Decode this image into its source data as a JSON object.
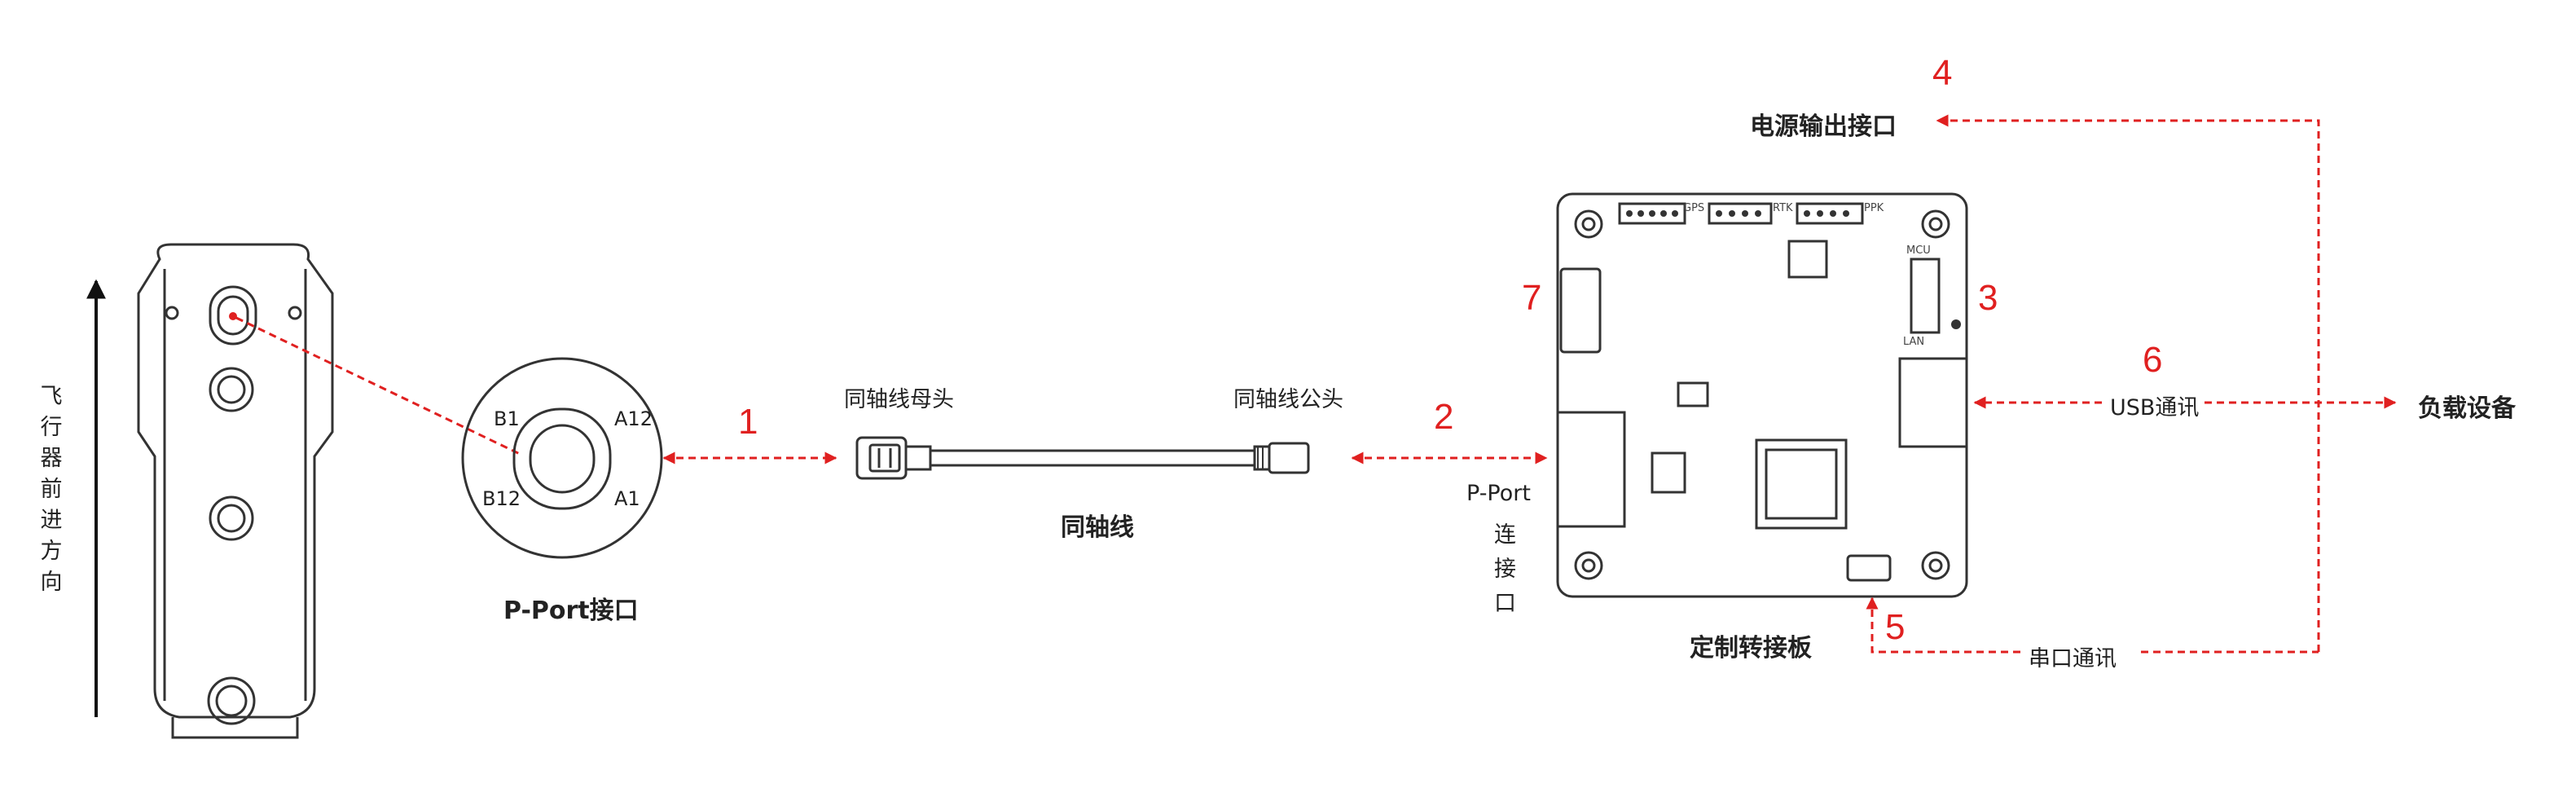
{
  "direction_label": "飞行器前进方向",
  "pport_interface": {
    "title": "P-Port接口",
    "pins": {
      "b1": "B1",
      "a12": "A12",
      "b12": "B12",
      "a1": "A1"
    }
  },
  "cable": {
    "female_label": "同轴线母头",
    "male_label": "同轴线公头",
    "title": "同轴线"
  },
  "board": {
    "title": "定制转接板",
    "pport_connect": [
      "P-Port",
      "连",
      "接",
      "口"
    ],
    "header_labels": {
      "gps": "GPS",
      "rtk": "RTK",
      "ppk": "PPK",
      "mcu": "MCU",
      "lan": "LAN"
    }
  },
  "power_output_label": "电源输出接口",
  "usb_label": "USB通讯",
  "serial_label": "串口通讯",
  "payload_label": "负载设备",
  "markers": [
    "1",
    "2",
    "3",
    "4",
    "5",
    "6",
    "7"
  ],
  "colors": {
    "accent": "#e02020",
    "line": "#333333",
    "text": "#222222"
  }
}
